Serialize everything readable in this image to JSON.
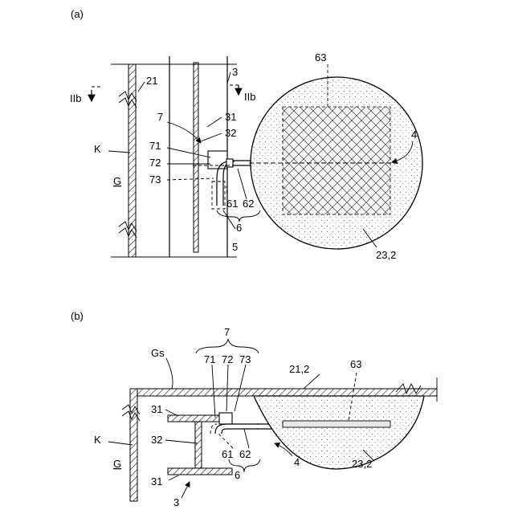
{
  "view_a": {
    "panel_label": "(a)",
    "labels": {
      "l21": "21",
      "l3": "3",
      "l31": "31",
      "l32": "32",
      "l7": "7",
      "l71": "71",
      "l72": "72",
      "l73": "73",
      "l61": "61",
      "l62": "62",
      "l6": "6",
      "l5": "5",
      "l63": "63",
      "l4": "4",
      "l23": "23,2",
      "lK": "K",
      "lG": "G",
      "sect_left": "IIb",
      "sect_right": "IIb"
    }
  },
  "view_b": {
    "panel_label": "(b)",
    "labels": {
      "l7": "7",
      "l71": "71",
      "l72": "72",
      "l73": "73",
      "lGs": "Gs",
      "l21": "21,2",
      "l63": "63",
      "l31_top": "31",
      "l32": "32",
      "l61": "61",
      "l62": "62",
      "l6": "6",
      "l4": "4",
      "l23": "23,2",
      "lK": "K",
      "lG": "G",
      "l31_bot": "31",
      "l3": "3"
    }
  }
}
